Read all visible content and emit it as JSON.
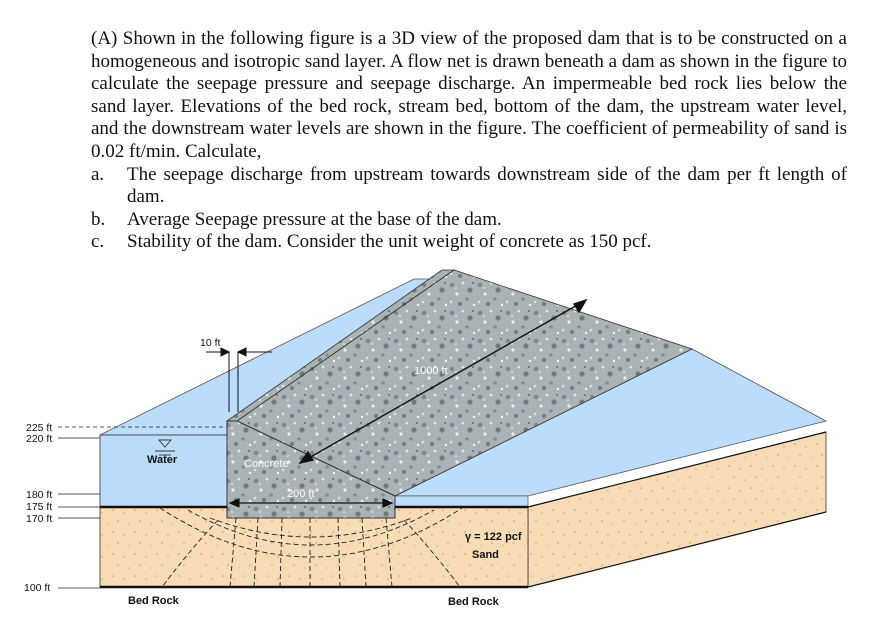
{
  "problem": {
    "intro": "(A) Shown in the following figure is a 3D view of the proposed dam that is to be constructed on a homogeneous and isotropic sand layer. A flow net is drawn beneath a dam as shown in the figure to calculate the seepage pressure and seepage discharge. An impermeable bed rock lies below the sand layer. Elevations of the bed rock, stream bed, bottom of the dam, the upstream water level, and the downstream water levels are shown in the figure. The coefficient of permeability of sand is 0.02 ft/min. Calculate,",
    "items": [
      {
        "label": "a.",
        "text": "The seepage discharge from upstream towards downstream side of the dam per ft length of dam."
      },
      {
        "label": "b.",
        "text": "Average Seepage pressure at the base of the dam."
      },
      {
        "label": "c.",
        "text": "Stability of the dam. Consider the unit weight of concrete as 150 pcf."
      }
    ]
  },
  "figure": {
    "elevations": [
      "225 ft",
      "220 ft",
      "180 ft",
      "175 ft",
      "170 ft",
      "100 ft"
    ],
    "dim_top_width": "10 ft",
    "dim_length": "1000 ft",
    "dim_base_width": "200 ft",
    "label_water": "Water",
    "label_concrete": "Concrete",
    "label_gamma": "γ = 122 pcf",
    "label_sand": "Sand",
    "label_bedrock_left": "Bed Rock",
    "label_bedrock_right": "Bed Rock",
    "colors": {
      "water": "#bcdcfc",
      "concrete": "#a9b3b6",
      "sand": "#f8ddb8",
      "bedrock_line": "#222222"
    }
  }
}
